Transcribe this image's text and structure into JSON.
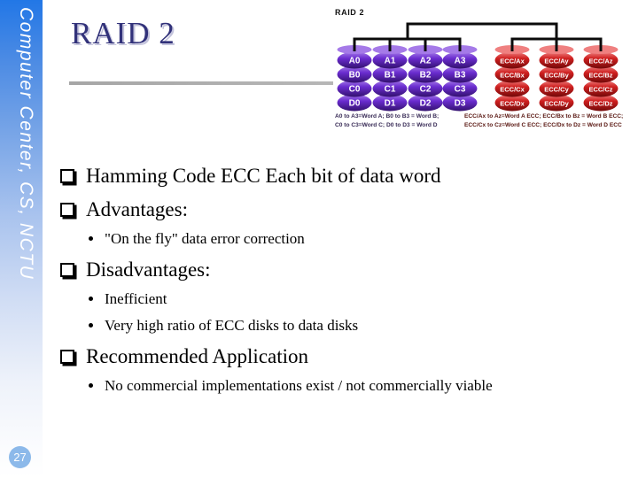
{
  "slide": {
    "title": "RAID 2",
    "sidebar_text": "Computer Center, CS, NCTU",
    "page_number": "27"
  },
  "diagram": {
    "label": "RAID 2",
    "data_disks": [
      {
        "labels": [
          "A0",
          "B0",
          "C0",
          "D0"
        ]
      },
      {
        "labels": [
          "A1",
          "B1",
          "C1",
          "D1"
        ]
      },
      {
        "labels": [
          "A2",
          "B2",
          "C2",
          "D2"
        ]
      },
      {
        "labels": [
          "A3",
          "B3",
          "C3",
          "D3"
        ]
      }
    ],
    "ecc_disks": [
      {
        "labels": [
          "ECC/Ax",
          "ECC/Bx",
          "ECC/Cx",
          "ECC/Dx"
        ]
      },
      {
        "labels": [
          "ECC/Ay",
          "ECC/By",
          "ECC/Cy",
          "ECC/Dy"
        ]
      },
      {
        "labels": [
          "ECC/Az",
          "ECC/Bz",
          "ECC/Cz",
          "ECC/Dz"
        ]
      }
    ],
    "caption_left": [
      "A0 to A3=Word A; B0 to B3 = Word B;",
      "C0 to C3=Word C; D0 to D3 = Word D"
    ],
    "caption_right": [
      "ECC/Ax to Az=Word A ECC; ECC/Bx to Bz = Word B ECC;",
      "ECC/Cx to Cz=Word C ECC; ECC/Dx to Dz = Word D ECC"
    ],
    "colors": {
      "data_disk_top": "#a57ae8",
      "data_disk_mid": "#6a2ccf",
      "data_disk_bottom": "#33116e",
      "ecc_disk_top": "#ef8080",
      "ecc_disk_mid": "#cf2020",
      "ecc_disk_bottom": "#730909",
      "bus_line": "#0b0b0b"
    }
  },
  "content": {
    "items": [
      {
        "level": 1,
        "text": "Hamming Code ECC Each bit of data word"
      },
      {
        "level": 1,
        "text": "Advantages:"
      },
      {
        "level": 2,
        "text": "\"On the fly\" data error correction"
      },
      {
        "level": 1,
        "text": "Disadvantages:"
      },
      {
        "level": 2,
        "text": "Inefficient"
      },
      {
        "level": 2,
        "text": "Very high ratio of ECC disks to data disks"
      },
      {
        "level": 1,
        "text": "Recommended Application"
      },
      {
        "level": 2,
        "text": "No commercial implementations exist / not commercially viable"
      }
    ]
  },
  "colors": {
    "sidebar_top": "#2277e6",
    "title_text": "#32327a",
    "page_badge": "#8cb9ea",
    "divider": "#b0b0b0"
  }
}
